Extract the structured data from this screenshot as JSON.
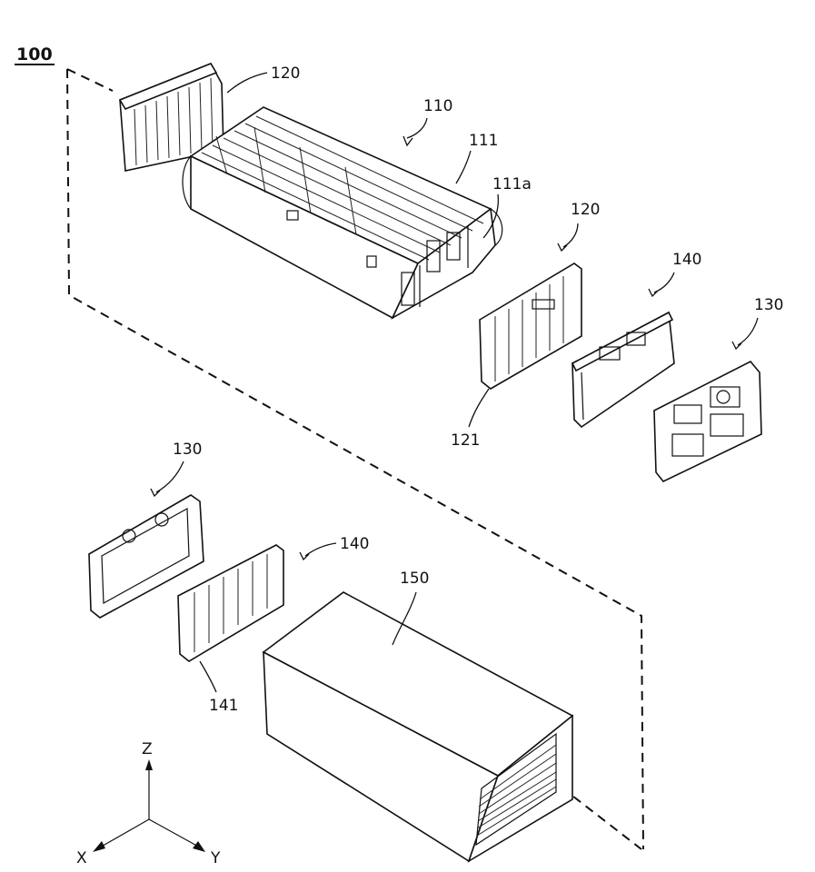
{
  "figure": {
    "assembly_label": "100",
    "labels": {
      "cell_stack": "110",
      "cell_unit": "111",
      "cell_lead": "111a",
      "busbar_frame_top": "120",
      "busbar_frame_right": "120",
      "busbar_part": "121",
      "plate_right": "140",
      "end_cover_right": "130",
      "end_cover_left": "130",
      "plate_left": "140",
      "plate_part": "141",
      "housing": "150"
    },
    "axes": {
      "z": "Z",
      "x": "X",
      "y": "Y"
    }
  }
}
